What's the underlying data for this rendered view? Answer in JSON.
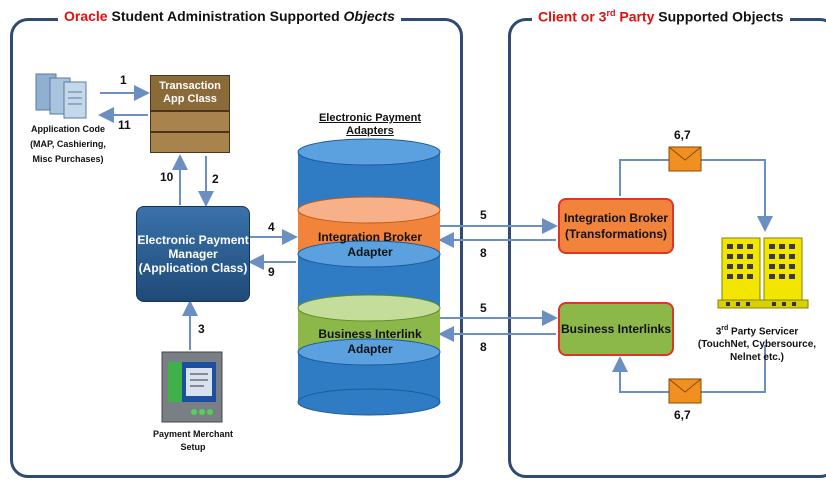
{
  "left_panel": {
    "title_brand": "Oracle",
    "title_main": " Student Administration  Supported ",
    "title_italic": "Objects"
  },
  "right_panel": {
    "title_red": "Client or 3",
    "title_sup": "rd",
    "title_red_2": " Party",
    "title_main": " Supported Objects"
  },
  "app_code": {
    "line1": "Application Code",
    "line2": "(MAP, Cashiering,",
    "line3": "Misc Purchases)"
  },
  "transaction": {
    "line1": "Transaction",
    "line2": "App Class"
  },
  "epm": {
    "line1": "Electronic Payment",
    "line2": "Manager",
    "line3": "(Application Class)"
  },
  "merchant": {
    "line1": "Payment Merchant",
    "line2": "Setup"
  },
  "adapters": {
    "title_line1": "Electronic Payment",
    "title_line2": "Adapters",
    "ib_line1": "Integration Broker",
    "ib_line2": "Adapter",
    "bi_line1": "Business Interlink",
    "bi_line2": "Adapter"
  },
  "ib_transform": {
    "line1": "Integration Broker",
    "line2": "(Transformations)"
  },
  "biz_interlinks": {
    "label": "Business Interlinks"
  },
  "servicer": {
    "line1_a": "3",
    "line1_sup": "rd",
    "line1_b": " Party Servicer",
    "line2": "(TouchNet, Cybersource,",
    "line3": "Nelnet etc.)"
  },
  "steps": {
    "s1": "1",
    "s11": "11",
    "s10": "10",
    "s2": "2",
    "s3": "3",
    "s4": "4",
    "s9": "9",
    "s5a": "5",
    "s8a": "8",
    "s5b": "5",
    "s8b": "8",
    "s67a": "6,7",
    "s67b": "6,7"
  },
  "colors": {
    "panel_border": "#2f4a73",
    "cylinder_blue": "#2f7cc4",
    "ib_orange": "#f2833b",
    "bi_green": "#8cb84a",
    "epm_blue": "#2c5d8f",
    "transaction_brown": "#8b6a3a",
    "arrow": "#6a8fc0",
    "envelope": "#f09020",
    "building": "#f2e600"
  }
}
